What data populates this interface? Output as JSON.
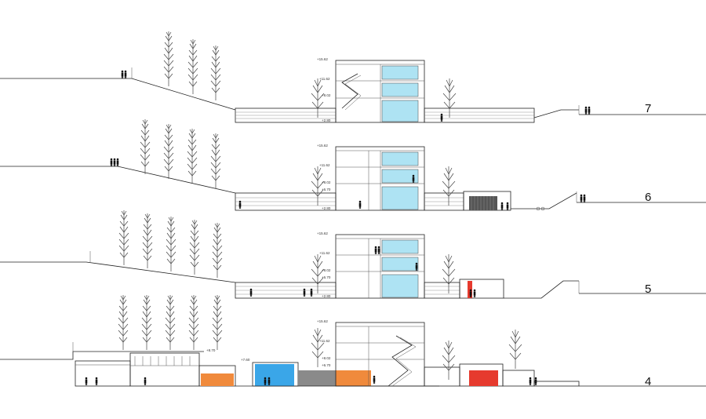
{
  "sections": [
    {
      "number": "7",
      "levels": [
        "+15.62",
        "+11.62",
        "+8.02",
        "+2.80"
      ],
      "glazing_color": "#aee3f3"
    },
    {
      "number": "6",
      "levels": [
        "+15.62",
        "+11.62",
        "+8.02",
        "+6.70",
        "+2.80"
      ],
      "glazing_color": "#aee3f3"
    },
    {
      "number": "5",
      "levels": [
        "+15.62",
        "+11.62",
        "+8.02",
        "+6.70",
        "+2.80"
      ],
      "glazing_color": "#aee3f3",
      "accent_color": "#e63a2e"
    },
    {
      "number": "4",
      "levels": [
        "+15.62",
        "+11.62",
        "+8.02",
        "+6.70"
      ],
      "extra_levels": [
        "+8.70",
        "+7.60"
      ],
      "colors": {
        "orange": "#f08a3c",
        "blue": "#3aa6e8",
        "grey": "#8a8a8a",
        "red": "#e63a2e"
      }
    }
  ]
}
